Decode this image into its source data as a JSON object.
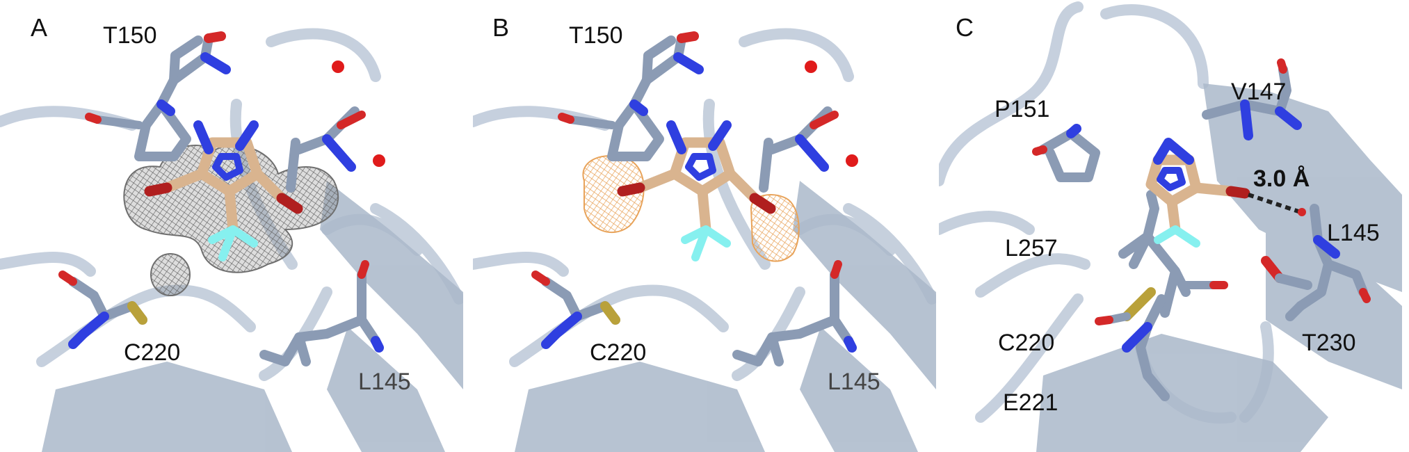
{
  "panels": [
    {
      "letter": "A",
      "residues": [
        "T150",
        "C220",
        "L145"
      ],
      "density_map": "grey mesh",
      "colors": {
        "mesh": "#6f6f6f",
        "ligand": "#d9b48f"
      }
    },
    {
      "letter": "B",
      "residues": [
        "T150",
        "C220",
        "L145"
      ],
      "density_map": "orange mesh",
      "colors": {
        "mesh": "#e8a35a",
        "ligand": "#d9b48f"
      }
    },
    {
      "letter": "C",
      "residues": [
        "P151",
        "V147",
        "L257",
        "L145",
        "C220",
        "T230",
        "E221"
      ],
      "distance_label": "3.0 Å",
      "colors": {
        "ligand": "#d9b48f",
        "hbond": "#222222"
      }
    }
  ],
  "colors": {
    "cartoon": "#b9c6d6",
    "carbon": "#8b9bb4",
    "nitrogen": "#2f3fe0",
    "oxygen": "#d42828",
    "fluorine": "#86f0ef",
    "sulfur": "#b9a13a",
    "water": "#e01b1b"
  }
}
